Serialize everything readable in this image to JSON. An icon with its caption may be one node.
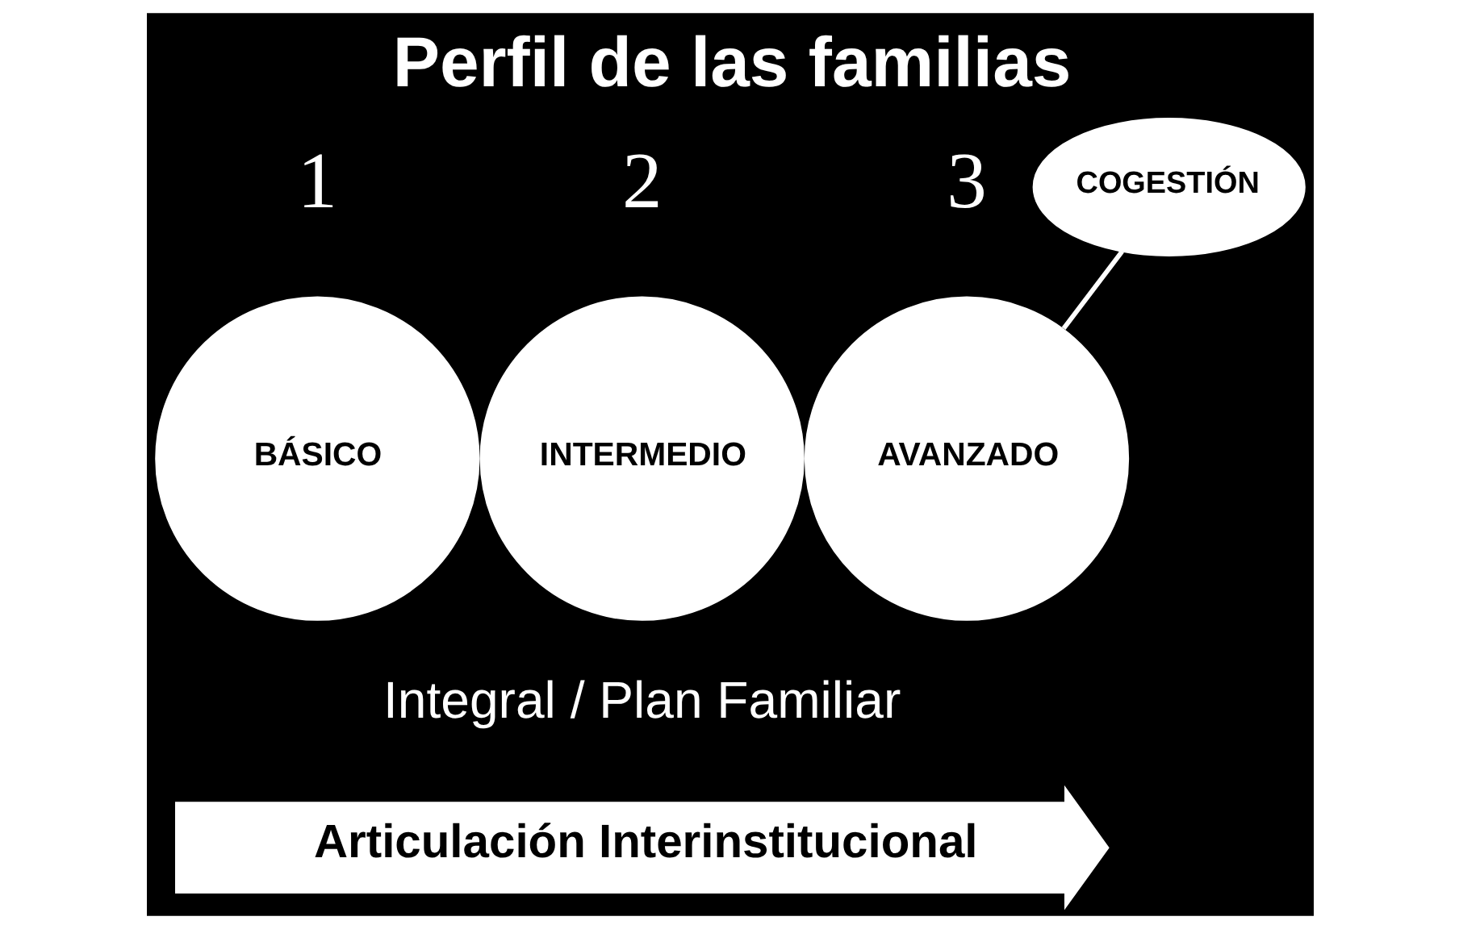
{
  "diagram": {
    "title": "Perfil de las familias",
    "nodes": [
      {
        "text": [
          "BÁSICO"
        ],
        "beside": [
          "1"
        ]
      },
      {
        "text": [
          "INTERMEDIO"
        ],
        "beside": [
          "2"
        ]
      },
      {
        "text": [
          "AVANZADO"
        ],
        "beside": [
          "3"
        ]
      },
      {
        "text": [
          "COGESTIÓN"
        ]
      },
      {
        "text": [
          "Articulación Interinstitucional"
        ]
      }
    ],
    "edges": [
      {
        "from": 3,
        "to": 2,
        "arrow": "none"
      }
    ],
    "labels": [
      "Integral / Plan Familiar"
    ]
  }
}
